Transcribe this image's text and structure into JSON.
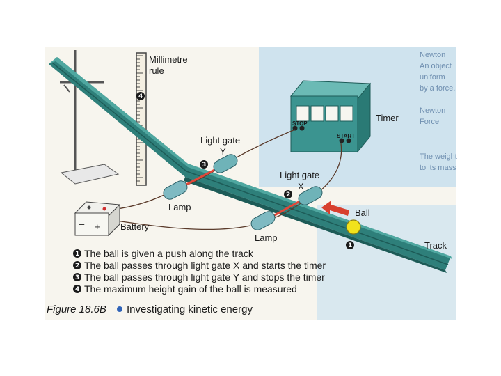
{
  "labels": {
    "millimetre_rule_1": "Millimetre",
    "millimetre_rule_2": "rule",
    "timer": "Timer",
    "stop": "STOP",
    "start": "START",
    "light_gate_y_1": "Light gate",
    "light_gate_y_2": "Y",
    "light_gate_x_1": "Light gate",
    "light_gate_x_2": "X",
    "lamp_top": "Lamp",
    "lamp_bottom": "Lamp",
    "battery": "Battery",
    "ball": "Ball",
    "track": "Track",
    "battery_minus": "–",
    "battery_plus": "+"
  },
  "markers": {
    "m1": "1",
    "m2": "2",
    "m3": "3",
    "m4": "4"
  },
  "steps": [
    {
      "num": "1",
      "text": "The ball is given a push along the track"
    },
    {
      "num": "2",
      "text": "The ball passes through light gate X and starts the timer"
    },
    {
      "num": "3",
      "text": "The ball passes through light gate Y and stops the timer"
    },
    {
      "num": "4",
      "text": "The maximum height gain of the ball is measured"
    }
  ],
  "figure": {
    "label": "Figure 18.6B",
    "title": "Investigating kinetic energy"
  },
  "background_text": {
    "line1": "Newton",
    "line2": "An object",
    "line3": "uniform",
    "line4": "by a force.",
    "line5": "Newton",
    "line6": "Force",
    "line7": "The weight",
    "line8": "to its mass"
  },
  "colors": {
    "track": "#2e7f7a",
    "track_dark": "#1d5b57",
    "timer_body": "#3b9490",
    "beam": "#e0483a",
    "ball": "#f2e21c",
    "cable": "#5a3a2a",
    "panel": "#cfe3ee"
  }
}
